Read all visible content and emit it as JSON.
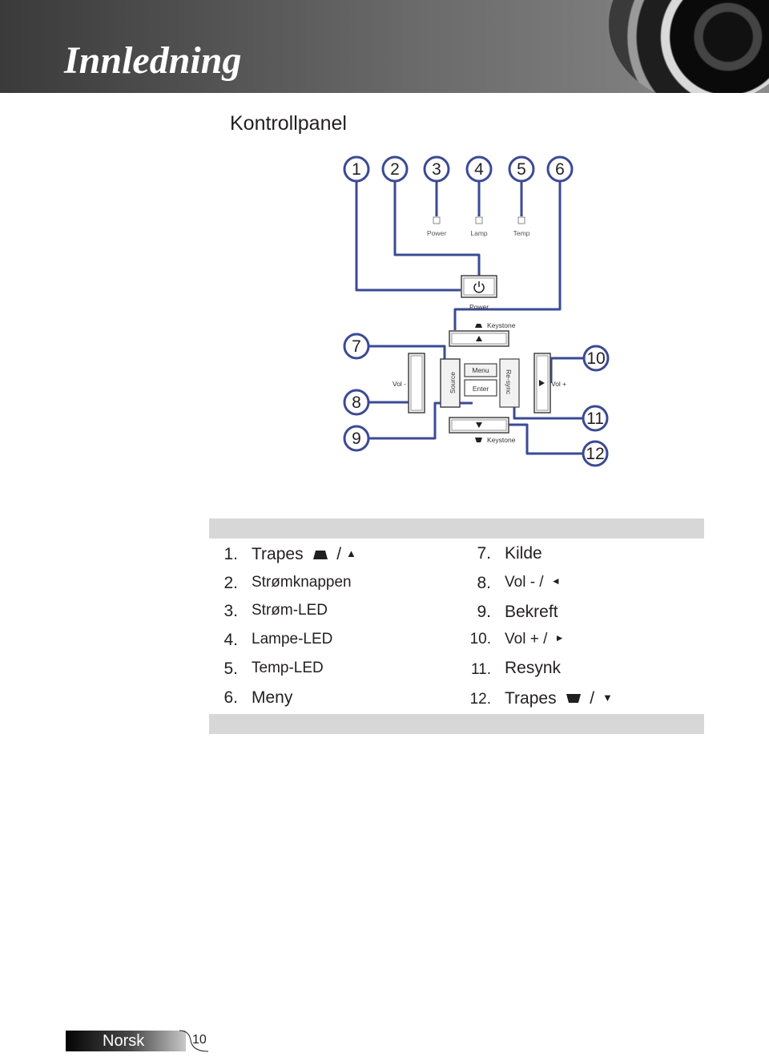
{
  "header": {
    "title": "Innledning"
  },
  "section": {
    "title": "Kontrollpanel"
  },
  "panel": {
    "callouts": [
      "1",
      "2",
      "3",
      "4",
      "5",
      "6",
      "7",
      "8",
      "9",
      "10",
      "11",
      "12"
    ],
    "led_labels": {
      "power": "Power",
      "lamp": "Lamp",
      "temp": "Temp"
    },
    "power_button_label": "Power",
    "keystone_top_label": "Keystone",
    "keystone_bottom_label": "Keystone",
    "vol_minus_label": "Vol -",
    "vol_plus_label": "Vol +",
    "source_label": "Source",
    "menu_label": "Menu",
    "enter_label": "Enter",
    "resync_label": "Re-sync"
  },
  "legend": {
    "left": [
      {
        "num": "1.",
        "label": "Trapes",
        "icon": "keystone-up-icon",
        "sep": "/",
        "arrow": "▲"
      },
      {
        "num": "2.",
        "label": "Strømknappen"
      },
      {
        "num": "3.",
        "label": "Strøm-LED"
      },
      {
        "num": "4.",
        "label": "Lampe-LED"
      },
      {
        "num": "5.",
        "label": "Temp-LED"
      },
      {
        "num": "6.",
        "label": "Meny"
      }
    ],
    "right": [
      {
        "num": "7.",
        "label": "Kilde"
      },
      {
        "num": "8.",
        "label": "Vol - /",
        "arrow": "◄"
      },
      {
        "num": "9.",
        "label": "Bekreft"
      },
      {
        "num": "10.",
        "label": "Vol + /",
        "arrow": "►"
      },
      {
        "num": "11.",
        "label": "Resynk"
      },
      {
        "num": "12.",
        "label": "Trapes",
        "icon": "keystone-down-icon",
        "sep": "/",
        "arrow": "▼"
      }
    ]
  },
  "footer": {
    "language": "Norsk",
    "page_number": "10"
  },
  "colors": {
    "callout_line": "#3b4a94",
    "band": "#d7d7d8",
    "header_bg": "#5a5a5a"
  }
}
